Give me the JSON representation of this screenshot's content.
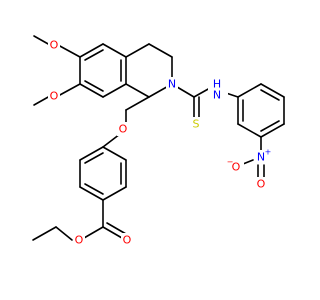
{
  "molecule": {
    "atoms": [
      {
        "id": "O_ome1",
        "label": "O",
        "color": "#ff0000"
      },
      {
        "id": "O_ome2",
        "label": "O",
        "color": "#ff0000"
      },
      {
        "id": "N_ring",
        "label": "N",
        "color": "#0000ff"
      },
      {
        "id": "S_thio",
        "label": "S",
        "color": "#cccc00"
      },
      {
        "id": "NH",
        "label": "N",
        "h": "H",
        "color": "#0000ff"
      },
      {
        "id": "N_nitro",
        "label": "N",
        "charge": "+",
        "color": "#0000ff"
      },
      {
        "id": "O_nitro_minus",
        "label": "O",
        "charge": "−",
        "color": "#ff0000"
      },
      {
        "id": "O_nitro_dbl",
        "label": "O",
        "color": "#ff0000"
      },
      {
        "id": "O_ether",
        "label": "O",
        "color": "#ff0000"
      },
      {
        "id": "O_carbonyl",
        "label": "O",
        "color": "#ff0000"
      },
      {
        "id": "O_ester",
        "label": "O",
        "color": "#ff0000"
      }
    ]
  }
}
